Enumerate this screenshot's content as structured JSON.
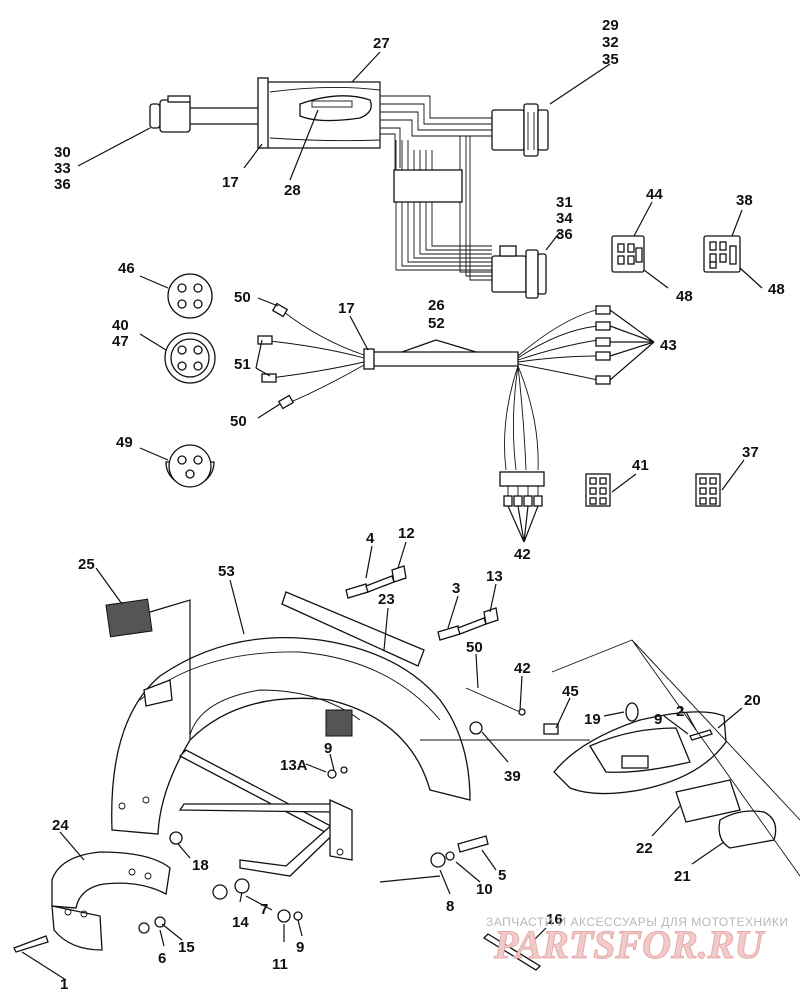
{
  "callouts": {
    "c1": "1",
    "c2": "2",
    "c3": "3",
    "c4": "4",
    "c5": "5",
    "c6": "6",
    "c7": "7",
    "c8": "8",
    "c9a": "9",
    "c9b": "9",
    "c9c": "9",
    "c10": "10",
    "c11": "11",
    "c12": "12",
    "c13": "13",
    "c13a": "13A",
    "c14": "14",
    "c15": "15",
    "c16": "16",
    "c17a": "17",
    "c17b": "17",
    "c18": "18",
    "c19": "19",
    "c20": "20",
    "c21": "21",
    "c22": "22",
    "c23": "23",
    "c24": "24",
    "c25": "25",
    "c26": "26",
    "c27": "27",
    "c28": "28",
    "c29": "29",
    "c30": "30",
    "c31": "31",
    "c32": "32",
    "c33": "33",
    "c34": "34",
    "c35": "35",
    "c36a": "36",
    "c36b": "36",
    "c37": "37",
    "c38": "38",
    "c39": "39",
    "c40": "40",
    "c41": "41",
    "c42a": "42",
    "c42b": "42",
    "c43": "43",
    "c44": "44",
    "c45": "45",
    "c46": "46",
    "c47": "47",
    "c48a": "48",
    "c48b": "48",
    "c49": "49",
    "c50a": "50",
    "c50b": "50",
    "c50c": "50",
    "c51": "51",
    "c52": "52",
    "c53": "53"
  },
  "watermark": {
    "caption": "ЗАПЧАСТИ И АКСЕССУАРЫ ДЛЯ МОТОТЕХНИКИ",
    "logo": "PARTSFOR.RU"
  }
}
